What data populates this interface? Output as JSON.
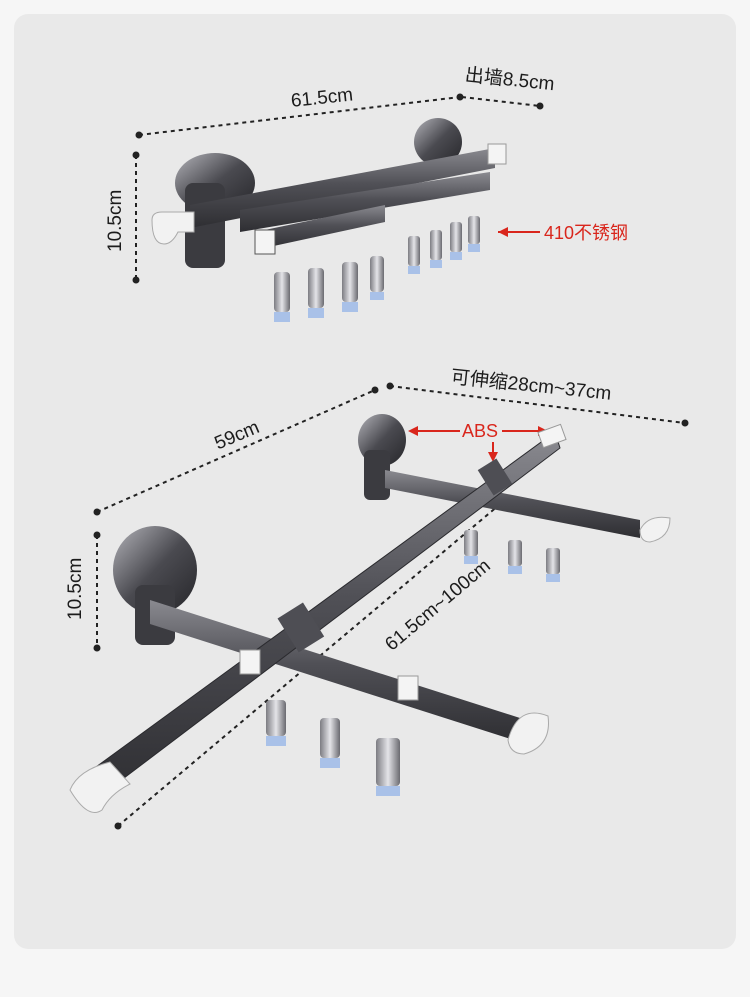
{
  "top_rack": {
    "width_label": "61.5cm",
    "depth_label": "出墙8.5cm",
    "height_label": "10.5cm",
    "material_label": "410不锈钢"
  },
  "bottom_rack": {
    "width_label": "59cm",
    "extend_label": "可伸缩28cm~37cm",
    "height_label": "10.5cm",
    "length_label": "61.5cm~100cm",
    "abs_label": "ABS"
  },
  "colors": {
    "bar": "#4a4a4e",
    "accent_red": "#d9261c",
    "background": "#e9e9e9",
    "hook": "#f3f3f3"
  }
}
